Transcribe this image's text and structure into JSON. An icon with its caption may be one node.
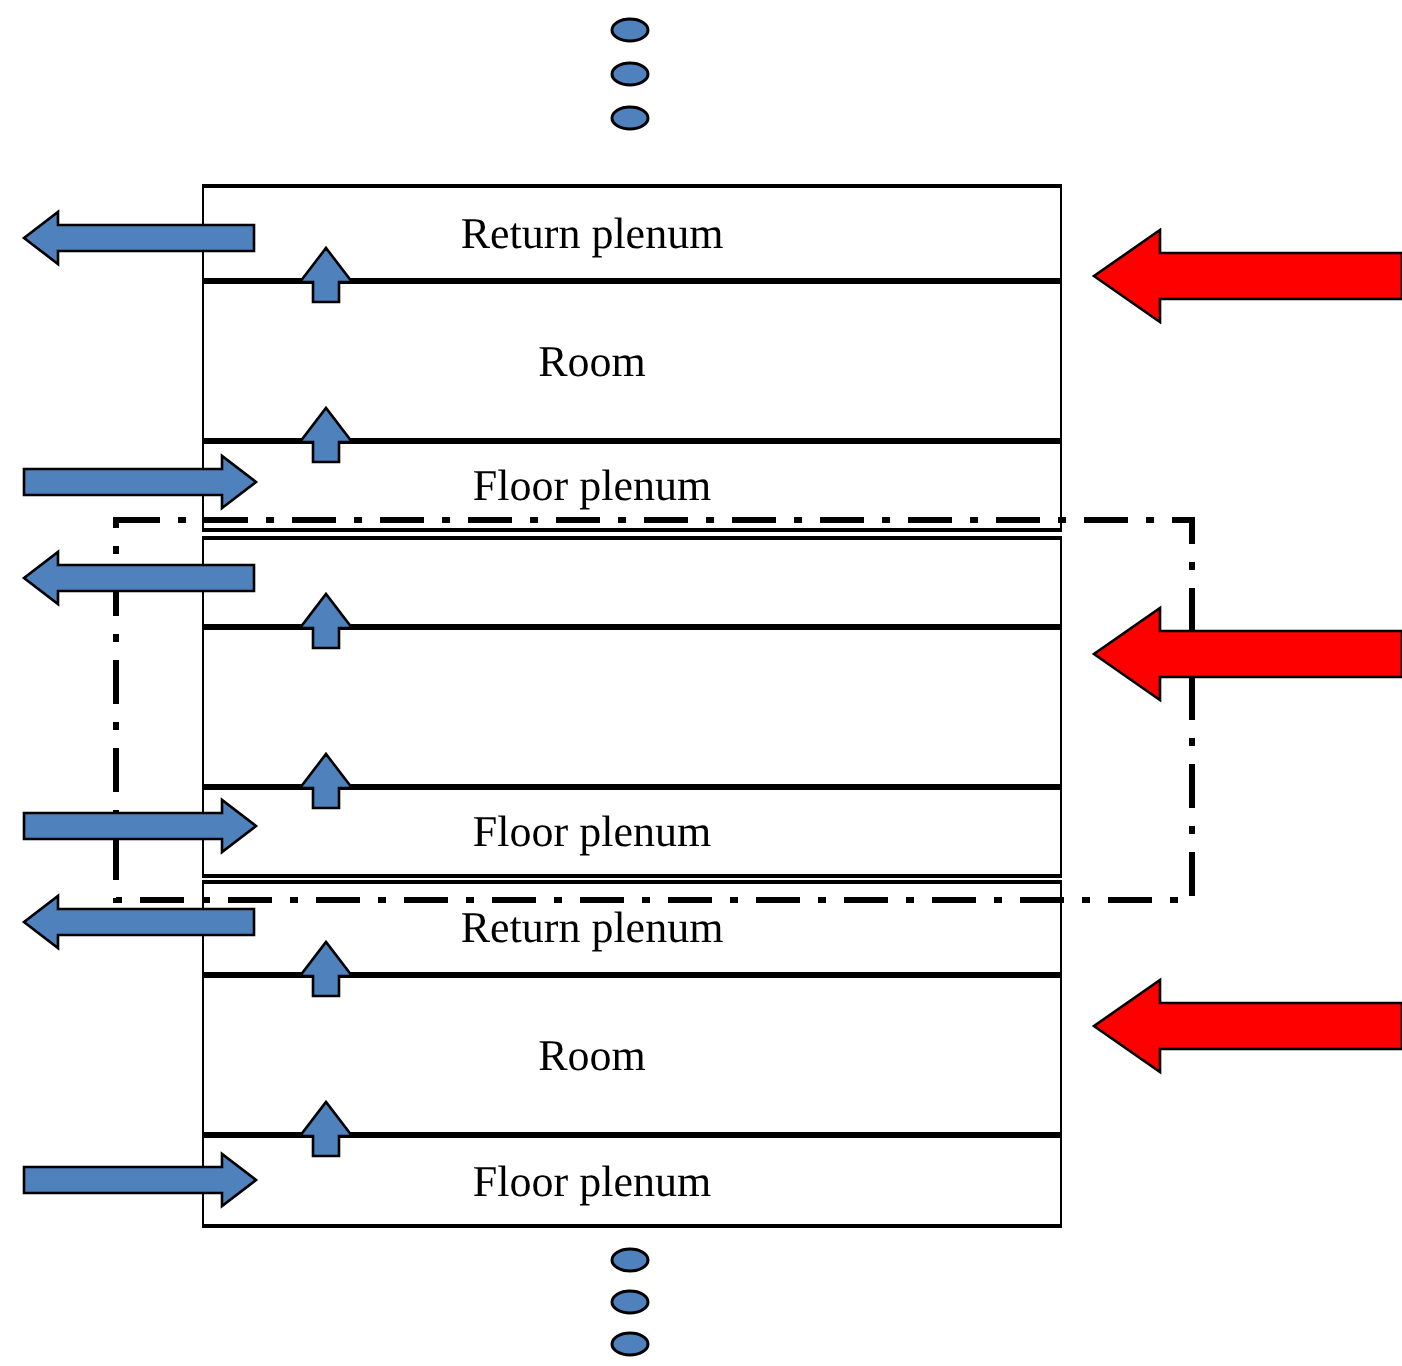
{
  "diagram": {
    "nodes": [
      {
        "text": [
          "Return plenum"
        ]
      },
      {
        "text": [
          "Room"
        ]
      },
      {
        "text": [
          "Floor plenum"
        ]
      },
      {
        "text": [],
        "shape": "box"
      },
      {
        "text": [],
        "shape": "box"
      },
      {
        "text": [
          "Floor plenum"
        ]
      },
      {
        "text": [
          "Return plenum"
        ]
      },
      {
        "text": [
          "Room"
        ]
      },
      {
        "text": [
          "Floor plenum"
        ]
      }
    ],
    "edges": [
      {
        "from": 1,
        "to": 0,
        "arrow": "to"
      },
      {
        "from": 2,
        "to": 1,
        "arrow": "to"
      },
      {
        "from": 4,
        "to": 3,
        "arrow": "to"
      },
      {
        "from": 5,
        "to": 4,
        "arrow": "to"
      },
      {
        "from": 7,
        "to": 6,
        "arrow": "to"
      },
      {
        "from": 8,
        "to": 7,
        "arrow": "to"
      },
      {
        "from": 0,
        "to": null,
        "arrow": "to"
      },
      {
        "from": 3,
        "to": null,
        "arrow": "to"
      },
      {
        "from": 6,
        "to": null,
        "arrow": "to"
      },
      {
        "from": null,
        "to": 2,
        "arrow": "to"
      },
      {
        "from": null,
        "to": 5,
        "arrow": "to"
      },
      {
        "from": null,
        "to": 8,
        "arrow": "to"
      },
      {
        "from": null,
        "to": 1,
        "arrow": "to",
        "style": "thick",
        "color": "#ff0000"
      },
      {
        "from": null,
        "to": 4,
        "arrow": "to",
        "style": "thick",
        "color": "#ff0000"
      },
      {
        "from": null,
        "to": 7,
        "arrow": "to",
        "style": "thick",
        "color": "#ff0000"
      }
    ]
  }
}
